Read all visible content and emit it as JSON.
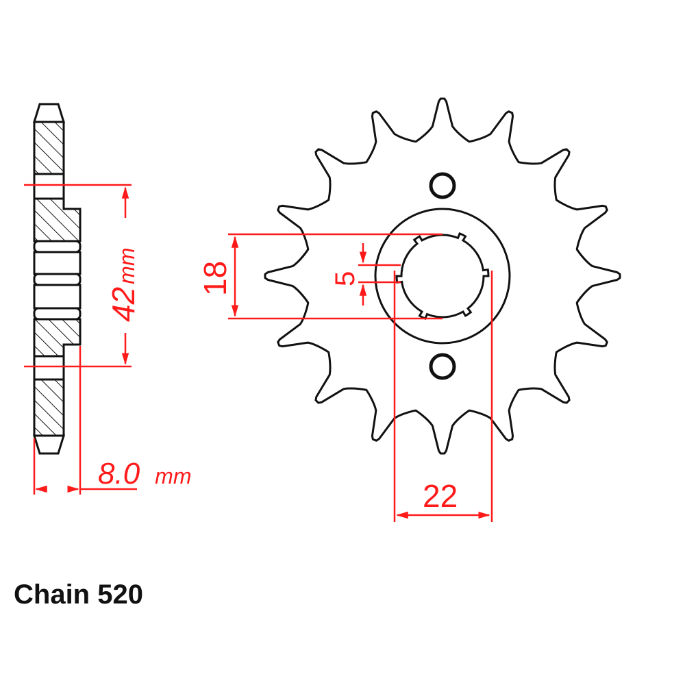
{
  "drawing": {
    "type": "front sprocket technical drawing",
    "colors": {
      "outline": "#111111",
      "dimension": "#ff1a1a",
      "background": "#ffffff"
    },
    "side_view": {
      "dimensions": {
        "hub_diameter": {
          "value": "42",
          "unit": "mm"
        },
        "thickness": {
          "value": "8.0",
          "unit": "mm"
        }
      }
    },
    "front_view": {
      "teeth_count": 16,
      "bolt_holes": 2,
      "dimensions": {
        "spline_inner": {
          "value": "18"
        },
        "spline_width": {
          "value": "5"
        },
        "spline_outer": {
          "value": "22"
        }
      }
    }
  },
  "caption": {
    "text": "Chain 520"
  }
}
